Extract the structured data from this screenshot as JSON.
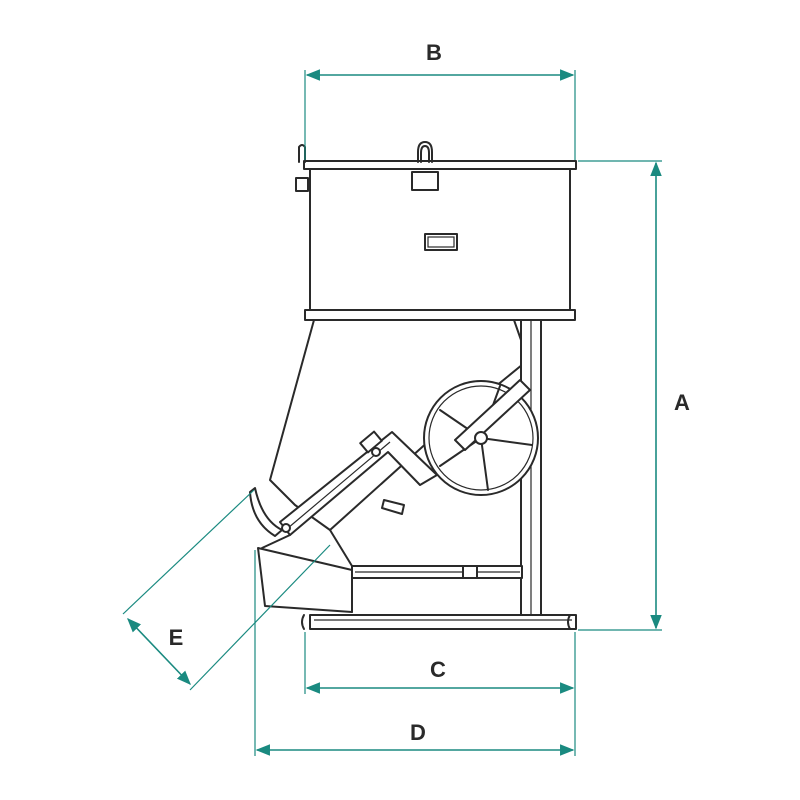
{
  "diagram": {
    "colors": {
      "dimension": "#1a8a80",
      "outline": "#2a2a2a",
      "background": "#ffffff"
    },
    "dimensions": {
      "A": "A",
      "B": "B",
      "C": "C",
      "D": "D",
      "E": "E"
    }
  }
}
